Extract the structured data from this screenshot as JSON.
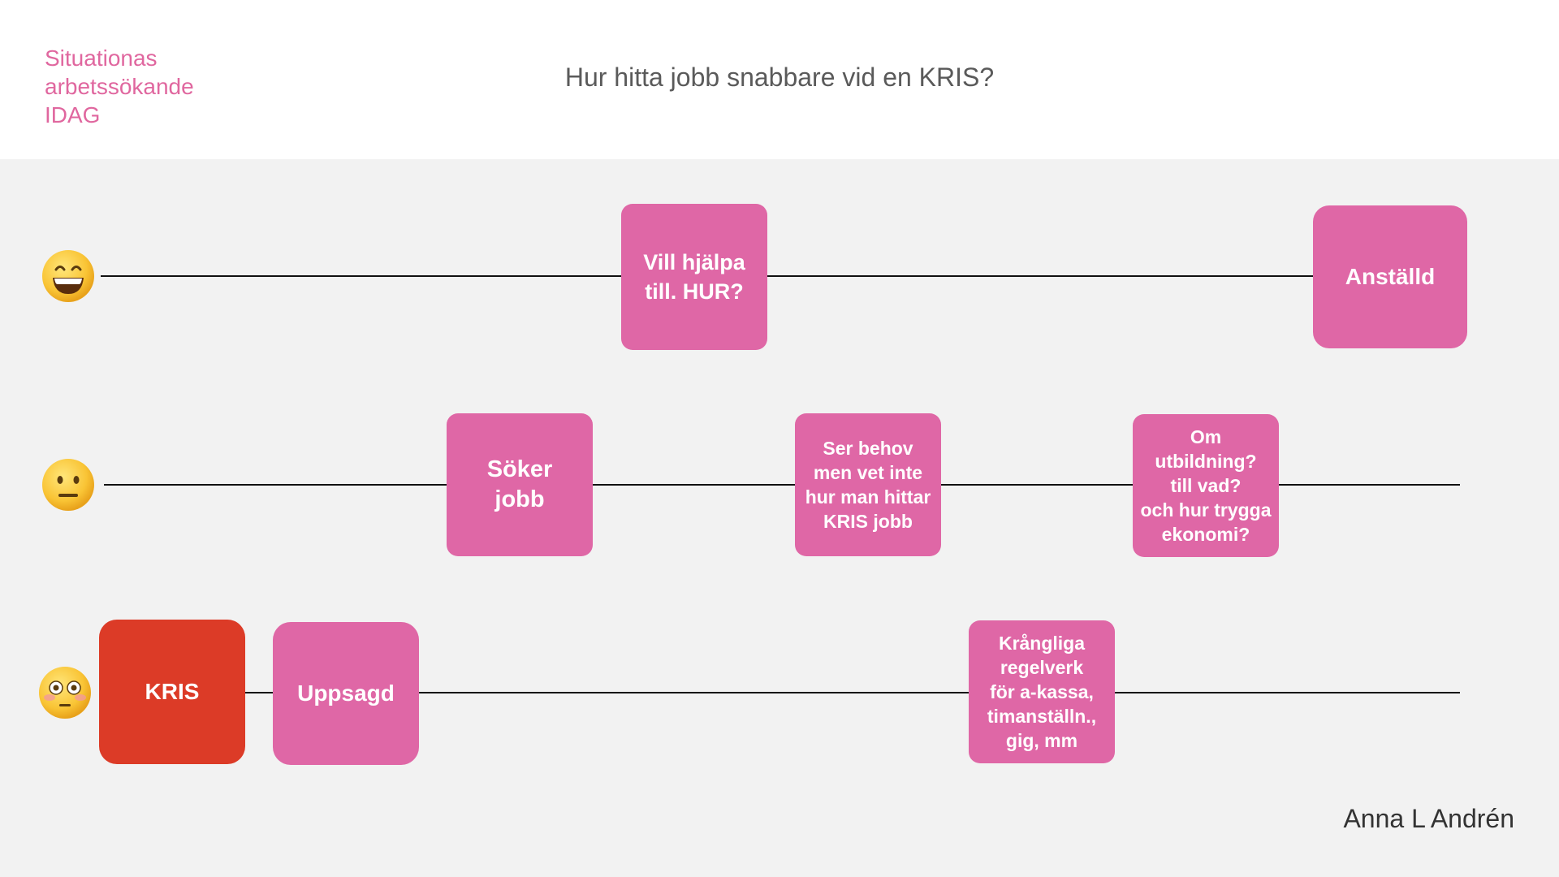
{
  "header": {
    "corner_title": [
      "Situationas",
      "arbetssökande",
      "IDAG"
    ],
    "main_title": "Hur hitta jobb snabbare vid en KRIS?"
  },
  "lanes": {
    "happy": {
      "emoji": "grinning-face-icon",
      "boxes": {
        "vill_hjalpa": [
          "Vill hjälpa",
          "till. HUR?"
        ],
        "anstalld": [
          "Anställd"
        ]
      }
    },
    "neutral": {
      "emoji": "neutral-face-icon",
      "boxes": {
        "soker_jobb": [
          "Söker",
          "jobb"
        ],
        "ser_behov": [
          "Ser behov",
          "men vet inte",
          "hur man hittar",
          "KRIS jobb"
        ],
        "om_utbildning": [
          "Om",
          "utbildning?",
          "till vad?",
          "och hur trygga",
          "ekonomi?"
        ]
      }
    },
    "flushed": {
      "emoji": "flushed-face-icon",
      "boxes": {
        "kris": [
          "KRIS"
        ],
        "uppsagd": [
          "Uppsagd"
        ],
        "krangliga": [
          "Krångliga",
          "regelverk",
          "för a-kassa,",
          "timanställn.,",
          "gig, mm"
        ]
      }
    }
  },
  "colors": {
    "accent_pink": "#df67a6",
    "crisis_red": "#dc3b27",
    "title_pink": "#e0679f"
  },
  "author": "Anna L Andrén"
}
